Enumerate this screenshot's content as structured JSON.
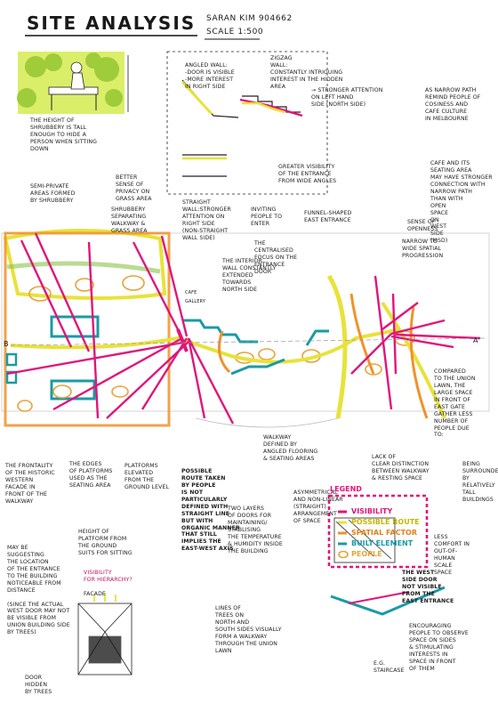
{
  "header": {
    "title": "SITE ANALYSIS",
    "author": "SARAN KIM  904662",
    "scale": "SCALE 1:500"
  },
  "annotations": {
    "shrubbery_height": "THE HEIGHT OF\nSHRUBBERY IS TALL\nENOUGH TO HIDE A\nPERSON WHEN SITTING\nDOWN",
    "angled_wall": "ANGLED WALL:\n-DOOR IS VISIBLE\n-MORE INTEREST\nIN RIGHT SIDE",
    "zigzag_wall": "ZIGZAG\nWALL:\nCONSTANTLY INTRIGUING\nINTEREST IN THE HIDDEN\nAREA",
    "stronger_attention": "→ STRONGER ATTENTION\nON LEFT HAND\nSIDE (NORTH SIDE)",
    "narrow_path": "AS NARROW PATH\nREMIND PEOPLE OF\nCOSINESS AND\nCAFE CULTURE\nIN MELBOURNE",
    "cafe_seating": "CAFE AND ITS\nSEATING AREA\nMAY HAVE STRONGER\nCONNECTION WITH\nNARROW PATH\nTHAN WITH\nOPEN\nSPACE\nON\nWEST\nSIDE\n(MSD)",
    "semi_private": "SEMI-PRIVATE\nAREAS FORMED\nBY SHRUBBERY",
    "better_privacy": "BETTER\nSENSE OF\nPRIVACY ON\nGRASS AREA",
    "shrubbery_separating": "SHRUBBERY\nSEPARATING\nWALKWAY &\nGRASS AREA",
    "straight_wall": "STRAIGHT\nWALL:STRONGER\nATTENTION ON\nRIGHT SIDE\n(NON-STRAIGHT\nWALL SIDE)",
    "greater_visibility": "GREATER VISIBILITY\nOF THE ENTRANCE\nFROM WIDE ANGLES",
    "inviting": "INVITING\nPEOPLE TO\nENTER",
    "funnel": "FUNNEL-SHAPED\nEAST ENTRANCE",
    "openness": "SENSE OF\nOPENNESS",
    "narrow_to_wide": "NARROW TO\nWIDE SPATIAL\nPROGRESSION",
    "interior_wall": "THE INTERIOR\nWALL CONSTANTLY\nEXTENDED\nTOWARDS\nNORTH SIDE",
    "centralised": "THE\nCENTRALISED\nFOCUS ON THE\nENTRANCE\nDOOR",
    "compared": "COMPARED\nTO THE UNION\nLAWN, THE\nLARGE SPACE\nIN FRONT OF\nEAST GATE\nGATHER LESS\nNUMBER OF\nPEOPLE DUE\nTO:",
    "frontality": "THE FRONTALITY\nOF THE HISTORIC\nWESTERN\nFACADE IN\nFRONT OF THE\nWALKWAY",
    "edges_platforms": "THE EDGES\nOF PLATFORMS\nUSED AS THE\nSEATING AREA",
    "platforms_elevated": "PLATFORMS\nELEVATED\nFROM THE\nGROUND LEVEL",
    "possible_route": "POSSIBLE\nROUTE TAKEN\nBY PEOPLE\nIS NOT\nPARTICULARLY\nDEFINED WITH\nSTRAIGHT LINE\nBUT WITH\nORGANIC MANNER\nTHAT STILL\nIMPLIES THE\nEAST-WEST AXIS",
    "two_layers": "TWO LAYERS\nOF DOORS FOR\nMAINTAINING/\nSTABLISING\nTHE TEMPERATURE\n& HUMIDITY INSIDE\nTHE BUILDING",
    "walkway_defined": "WALKWAY\nDEFINED BY\nANGLED FLOORING\n& SEATING AREAS",
    "asymmetrical": "ASYMMETRICAL\nAND NON-LINEAR\n(STRAIGHT)\nARRANGEMENT\nOF SPACE",
    "lack_distinction": "LACK OF\nCLEAR DISTINCTION\nBETWEEN WALKWAY\n& RESTING SPACE",
    "being_surrounded": "BEING\nSURROUNDED\nBY RELATIVELY\nTALL\nBUILDINGS",
    "less_comfort": "LESS\nCOMFORT IN\nOUT-OF-\nHUMAN\nSCALE\nSPACE",
    "may_be_suggesting": "MAY BE\nSUGGESTING\nTHE LOCATION\nOF THE ENTRANCE\nTO THE BUILDING\nNOTICEABLE FROM\nDISTANCE\n\n(SINCE THE ACTUAL\nWEST DOOR MAY NOT\nBE VISIBLE FROM\nUNION BUILDING SIDE\nBY TREES)",
    "platform_height": "HEIGHT OF\nPLATFORM FROM\nTHE GROUND\nSUITS FOR SITTING",
    "visibility_hierarchy": "VISIBILITY\nFOR HIERARCHY?",
    "facade": "FACADE",
    "door_hidden": "DOOR\nHIDDEN\nBY TREES",
    "lines_of_trees": "LINES OF\nTREES ON\nNORTH AND\nSOUTH SIDES VISUALLY\nFORM A WALKWAY\nTHROUGH THE UNION\nLAWN",
    "west_door": "THE WEST\nSIDE DOOR\nNOT VISIBLE\nFROM THE\nEAST ENTRANCE",
    "encouraging": "ENCOURAGING\nPEOPLE TO OBSERVE\nSPACE ON SIDES\n& STIMULATING\nINTERESTS IN\nSPACE IN FRONT\nOF THEM",
    "eg_staircase": "E.G.\nSTAIRCASE",
    "cafe_label": "CAFE",
    "gallery_label": "GALLERY",
    "point_a": "A",
    "point_b": "B"
  },
  "legend": {
    "title": "LEGEND",
    "items": [
      {
        "label": "VISIBILITY",
        "color": "#e0157a"
      },
      {
        "label": "POSSIBLE ROUTE",
        "color": "#e8e23a"
      },
      {
        "label": "SPATIAL FACTOR",
        "color": "#f0922a"
      },
      {
        "label": "BUILT ELEMENT",
        "color": "#1a9aa6"
      },
      {
        "label": "PEOPLE",
        "color": "#e8a23a"
      }
    ]
  },
  "colors": {
    "visibility": "#e0157a",
    "route": "#e8e23a",
    "spatial": "#f0922a",
    "built": "#1a9aa6",
    "green": "#8bc34a"
  }
}
